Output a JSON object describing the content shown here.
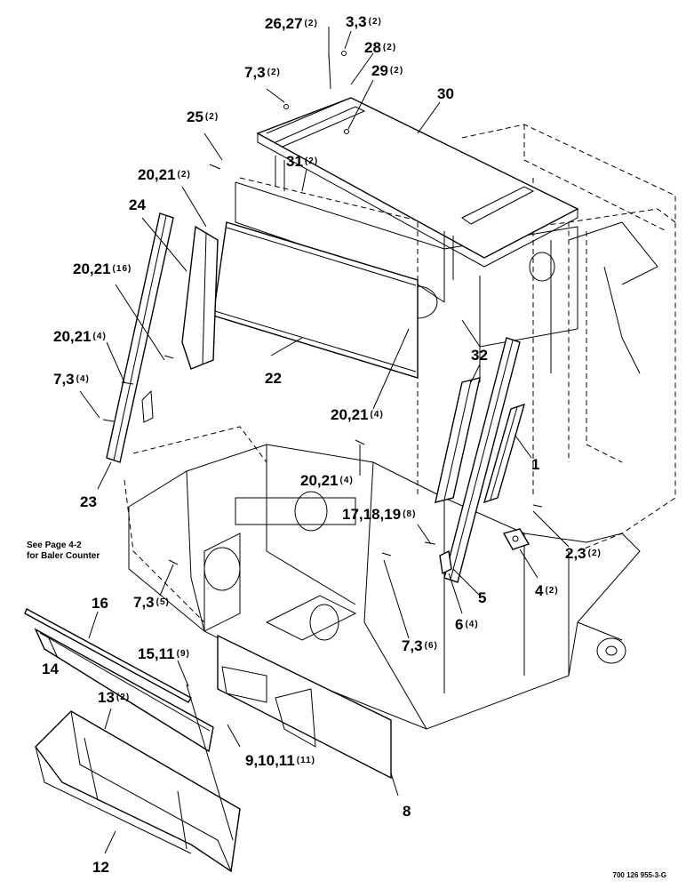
{
  "callouts": [
    {
      "id": "c26",
      "number": "26,27",
      "qty": "(2)"
    },
    {
      "id": "c3a",
      "number": "3,3",
      "qty": "(2)"
    },
    {
      "id": "c28",
      "number": "28",
      "qty": "(2)"
    },
    {
      "id": "c7a",
      "number": "7,3",
      "qty": "(2)"
    },
    {
      "id": "c29",
      "number": "29",
      "qty": "(2)"
    },
    {
      "id": "c30",
      "number": "30",
      "qty": ""
    },
    {
      "id": "c25",
      "number": "25",
      "qty": "(2)"
    },
    {
      "id": "c31",
      "number": "31",
      "qty": "(2)"
    },
    {
      "id": "c20a",
      "number": "20,21",
      "qty": "(2)"
    },
    {
      "id": "c24",
      "number": "24",
      "qty": ""
    },
    {
      "id": "c20b",
      "number": "20,21",
      "qty": "(16)"
    },
    {
      "id": "c20c",
      "number": "20,21",
      "qty": "(4)"
    },
    {
      "id": "c7b",
      "number": "7,3",
      "qty": "(4)"
    },
    {
      "id": "c22",
      "number": "22",
      "qty": ""
    },
    {
      "id": "c32",
      "number": "32",
      "qty": ""
    },
    {
      "id": "c20d",
      "number": "20,21",
      "qty": "(4)"
    },
    {
      "id": "c1",
      "number": "1",
      "qty": ""
    },
    {
      "id": "c23",
      "number": "23",
      "qty": ""
    },
    {
      "id": "c20e",
      "number": "20,21",
      "qty": "(4)"
    },
    {
      "id": "c17",
      "number": "17,18,19",
      "qty": "(8)"
    },
    {
      "id": "c2",
      "number": "2,3",
      "qty": "(2)"
    },
    {
      "id": "c4",
      "number": "4",
      "qty": "(2)"
    },
    {
      "id": "c7c",
      "number": "7,3",
      "qty": "(5)"
    },
    {
      "id": "c5",
      "number": "5",
      "qty": ""
    },
    {
      "id": "c6",
      "number": "6",
      "qty": "(4)"
    },
    {
      "id": "c7d",
      "number": "7,3",
      "qty": "(6)"
    },
    {
      "id": "c16",
      "number": "16",
      "qty": ""
    },
    {
      "id": "c15",
      "number": "15,11",
      "qty": "(9)"
    },
    {
      "id": "c14",
      "number": "14",
      "qty": ""
    },
    {
      "id": "c13",
      "number": "13",
      "qty": "(2)"
    },
    {
      "id": "c9",
      "number": "9,10,11",
      "qty": "(11)"
    },
    {
      "id": "c8",
      "number": "8",
      "qty": ""
    },
    {
      "id": "c12",
      "number": "12",
      "qty": ""
    }
  ],
  "note": {
    "line1": "See Page 4-2",
    "line2": "for Baler Counter"
  },
  "doc_id": "700 126 955-3-G"
}
